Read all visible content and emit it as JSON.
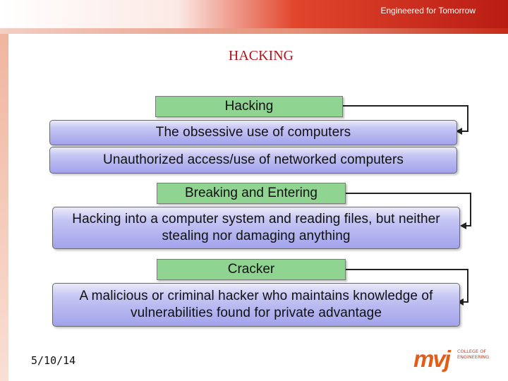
{
  "header": {
    "tagline": "Engineered for Tomorrow"
  },
  "slide": {
    "title": "HACKING",
    "date": "5/10/14"
  },
  "terms": [
    {
      "term": "Hacking",
      "definitions": [
        "The obsessive use of computers",
        "Unauthorized access/use of networked computers"
      ]
    },
    {
      "term": "Breaking and Entering",
      "definitions": [
        "Hacking into a computer system and reading files, but neither stealing nor damaging anything"
      ]
    },
    {
      "term": "Cracker",
      "definitions": [
        "A malicious or criminal hacker who maintains knowledge of vulnerabilities found for private advantage"
      ]
    }
  ],
  "logo": {
    "mark": "mvj",
    "text": [
      "COLLEGE OF",
      "ENGINEERING"
    ]
  },
  "colors": {
    "title": "#b3121a",
    "term_fill": "#8fd491",
    "definition_fill": "#a2a2ec",
    "banner": "#c62a17"
  }
}
